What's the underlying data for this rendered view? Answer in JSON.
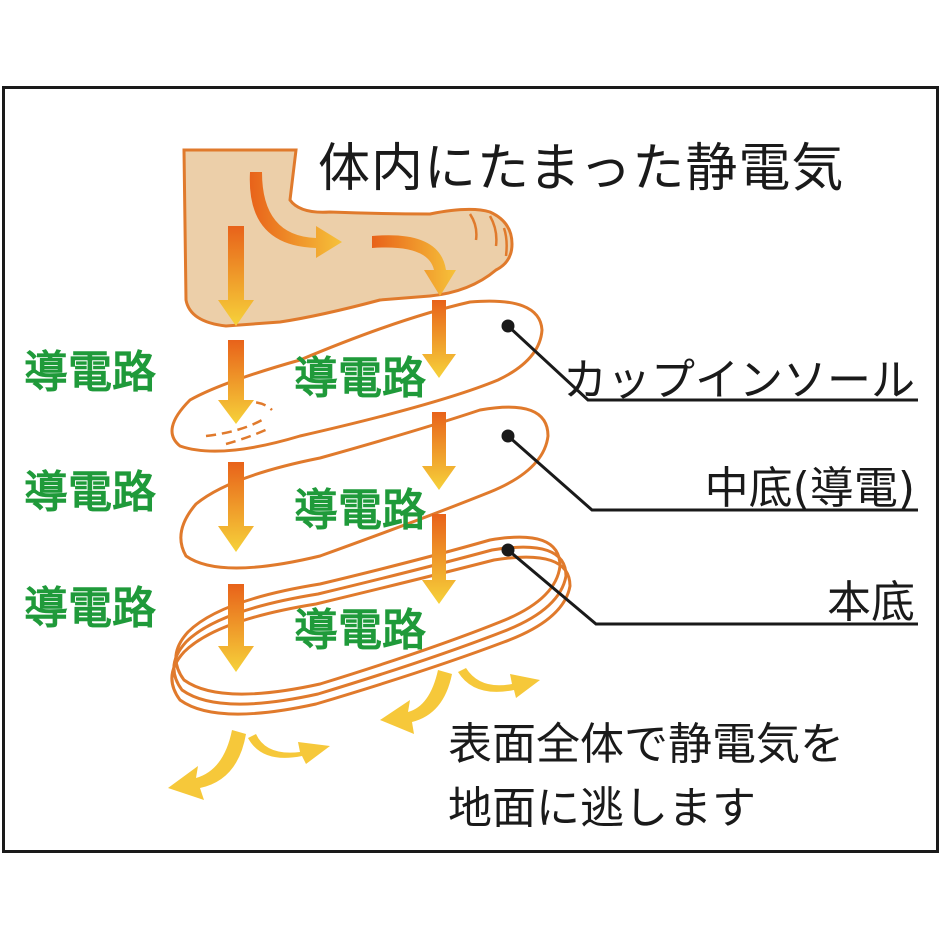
{
  "title": "体内にたまった静電気",
  "conductive_path_label": "導電路",
  "layers": {
    "cup_insole": "カップインソール",
    "midsole": "中底(導電)",
    "outsole": "本底"
  },
  "caption": {
    "line1": "表面全体で静電気を",
    "line2": "地面に逃します"
  },
  "colors": {
    "foot": "#eccfa9",
    "outline": "#e07a2c",
    "arrow_dark": "#e8621a",
    "arrow_light": "#f6d23a",
    "path_text": "#1f9a3a",
    "leader": "#1a1a1a"
  }
}
